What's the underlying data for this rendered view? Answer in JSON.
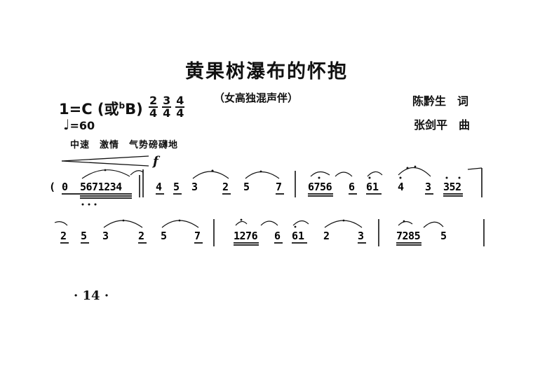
{
  "title": "黄果树瀑布的怀抱",
  "key": {
    "main": "1=C (或",
    "flat": "b",
    "alt": "B)"
  },
  "time_signatures": [
    {
      "num": "2",
      "den": "4"
    },
    {
      "num": "3",
      "den": "4"
    },
    {
      "num": "4",
      "den": "4"
    }
  ],
  "voicing": "（女高独混声伴）",
  "credits": {
    "lyricist": "陈黔生　词",
    "composer": "张剑平　曲"
  },
  "tempo": {
    "symbol": "♩",
    "value": "=60"
  },
  "expression": "中速　激情　气势磅礴地",
  "dynamic": "f",
  "staff1": {
    "open_paren": "(",
    "groups": [
      "0",
      "5671234",
      "4",
      "5",
      "3",
      "2",
      "5",
      "7",
      "6756",
      "6",
      "61",
      "4",
      "3",
      "352"
    ]
  },
  "staff2": {
    "groups": [
      "2",
      "5",
      "3",
      "2",
      "5",
      "7",
      "1276",
      "6",
      "61",
      "2",
      "3",
      "7285",
      "5"
    ]
  },
  "page_number": "· 14 ·"
}
